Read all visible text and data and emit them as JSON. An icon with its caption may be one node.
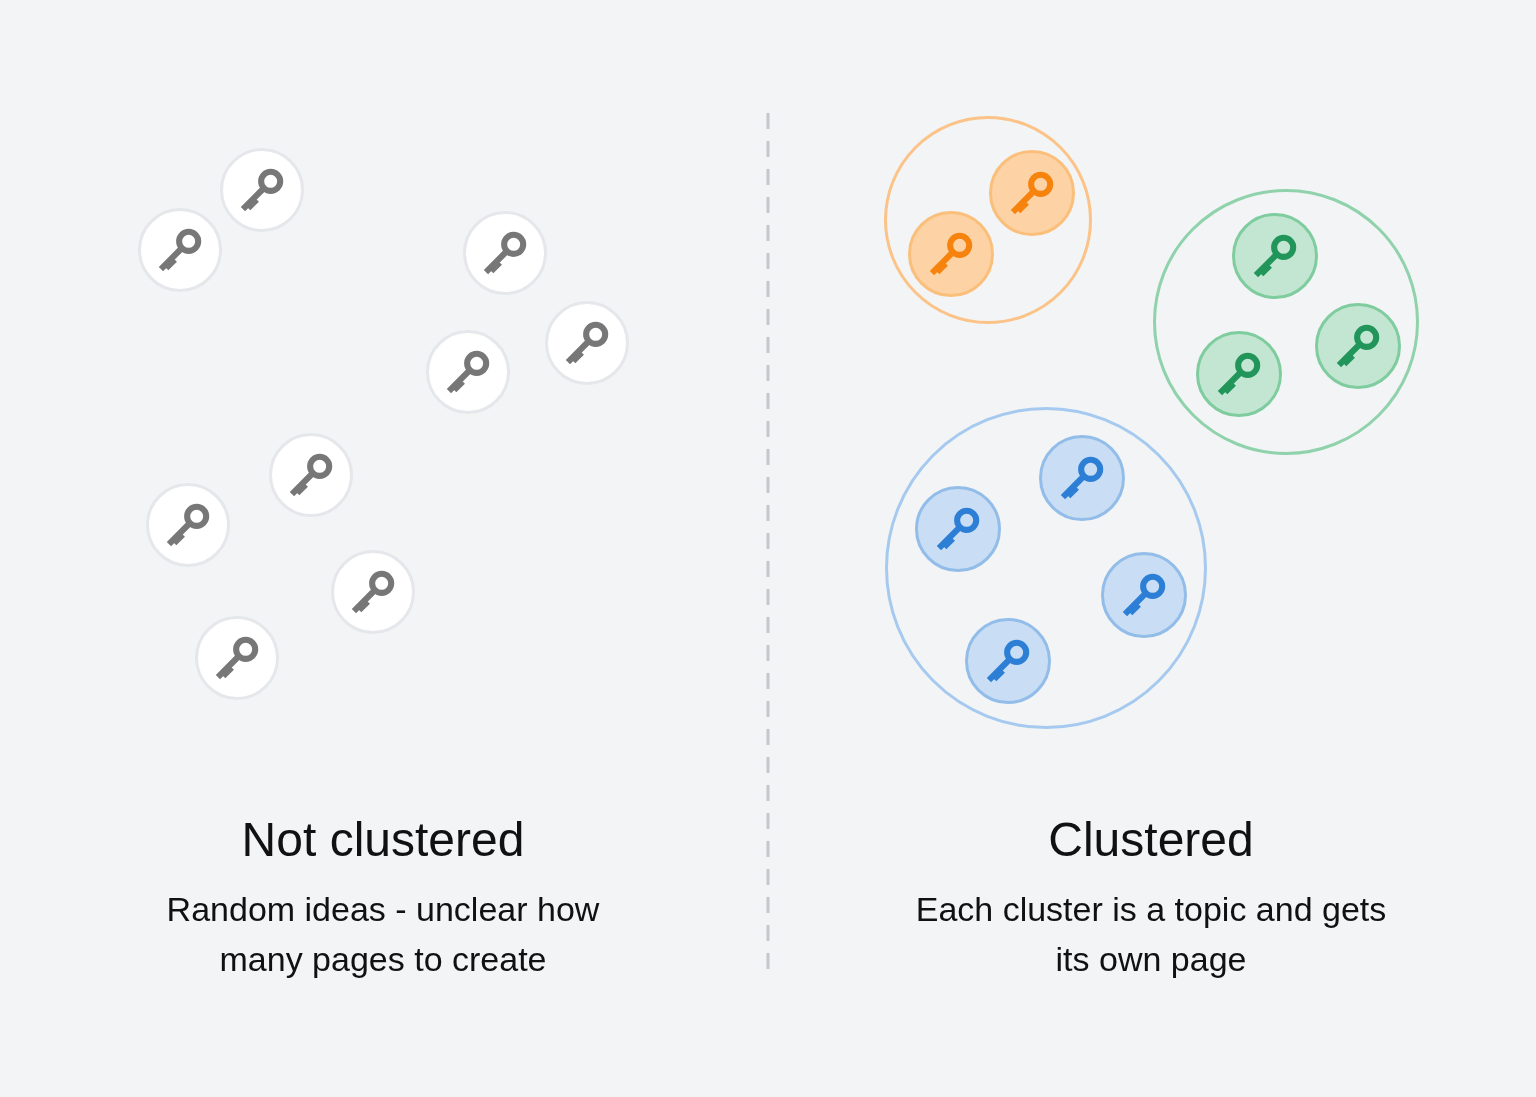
{
  "diagram": {
    "nodes": [
      {
        "text": [],
        "shape": "circle"
      },
      {
        "text": [],
        "shape": "circle"
      },
      {
        "text": [],
        "shape": "circle"
      },
      {
        "text": [],
        "shape": "circle"
      },
      {
        "text": [],
        "shape": "circle"
      },
      {
        "text": [],
        "shape": "circle"
      },
      {
        "text": [],
        "shape": "circle"
      },
      {
        "text": [],
        "shape": "circle"
      },
      {
        "text": [],
        "shape": "circle"
      },
      {
        "text": [],
        "shape": "circle"
      },
      {
        "text": [],
        "shape": "circle",
        "in": 9
      },
      {
        "text": [],
        "shape": "circle",
        "in": 9
      },
      {
        "text": [],
        "shape": "circle"
      },
      {
        "text": [],
        "shape": "circle",
        "in": 12
      },
      {
        "text": [],
        "shape": "circle",
        "in": 12
      },
      {
        "text": [],
        "shape": "circle",
        "in": 12
      },
      {
        "text": [],
        "shape": "circle"
      },
      {
        "text": [],
        "shape": "circle",
        "in": 16
      },
      {
        "text": [],
        "shape": "circle",
        "in": 16
      },
      {
        "text": [],
        "shape": "circle",
        "in": 16
      },
      {
        "text": [],
        "shape": "circle",
        "in": 16
      }
    ],
    "labels": [
      "Not clustered",
      "Random ideas - unclear how many pages to create",
      "Clustered",
      "Each cluster is a topic and gets its own page"
    ]
  }
}
